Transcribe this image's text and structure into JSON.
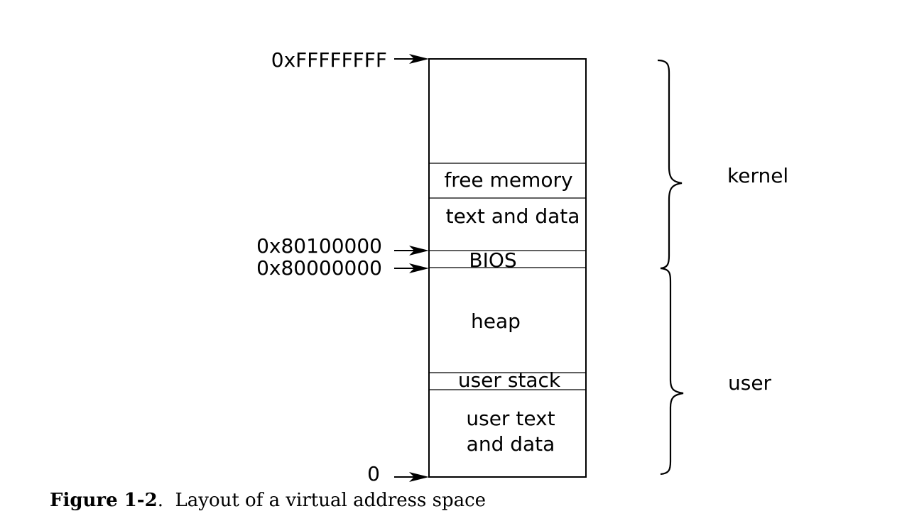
{
  "diagram": {
    "addresses": {
      "top": "0xFFFFFFFF",
      "kernbase_plus": "0x80100000",
      "kernbase": "0x80000000",
      "zero": "0"
    },
    "regions": {
      "free_memory": "free memory",
      "kernel_text_data": "text and data",
      "bios": "BIOS",
      "heap": "heap",
      "user_stack": "user stack",
      "user_text_line1": "user text",
      "user_text_line2": "and data"
    },
    "braces": {
      "kernel": "kernel",
      "user": "user"
    }
  },
  "caption": {
    "label": "Figure 1-2",
    "separator": ".",
    "text": "Layout of a virtual address space"
  }
}
